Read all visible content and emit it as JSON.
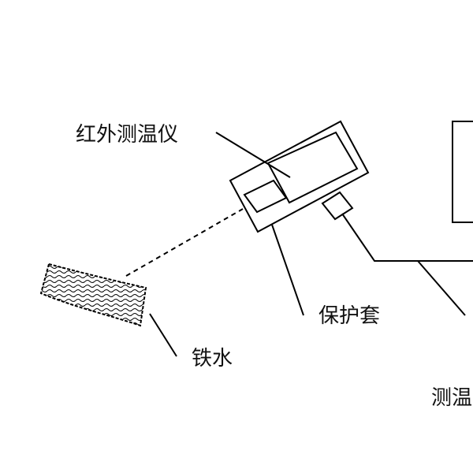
{
  "labels": {
    "infrared_thermometer": "红外测温仪",
    "protective_sleeve": "保护套",
    "molten_iron": "铁水",
    "meter_partial": "测温"
  },
  "colors": {
    "stroke": "#000000",
    "background": "#ffffff"
  }
}
